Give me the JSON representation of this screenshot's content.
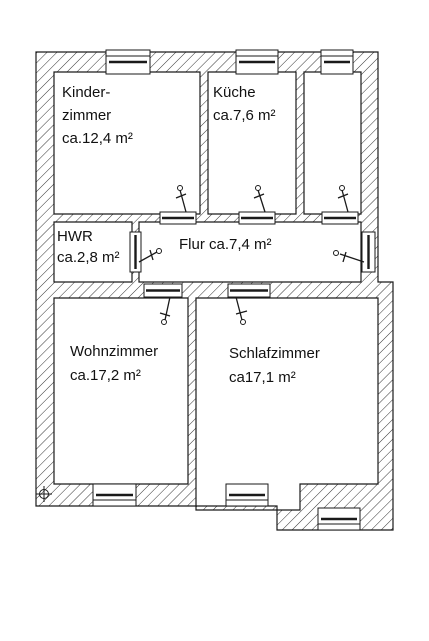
{
  "rooms": {
    "kinderzimmer": {
      "line1": "Kinder-",
      "line2": "zimmer",
      "area": "ca.12,4 m²"
    },
    "kueche": {
      "name": "Küche",
      "area": "ca.7,6 m²"
    },
    "hwr": {
      "name": "HWR",
      "area": "ca.2,8 m²"
    },
    "flur": {
      "label": "Flur ca.7,4 m²"
    },
    "wohnzimmer": {
      "name": "Wohnzimmer",
      "area": "ca.17,2 m²"
    },
    "schlafzimmer": {
      "name": "Schlafzimmer",
      "area": "ca17,1 m²"
    }
  },
  "colors": {
    "wall_line": "#1a1a1a",
    "background": "#ffffff"
  }
}
